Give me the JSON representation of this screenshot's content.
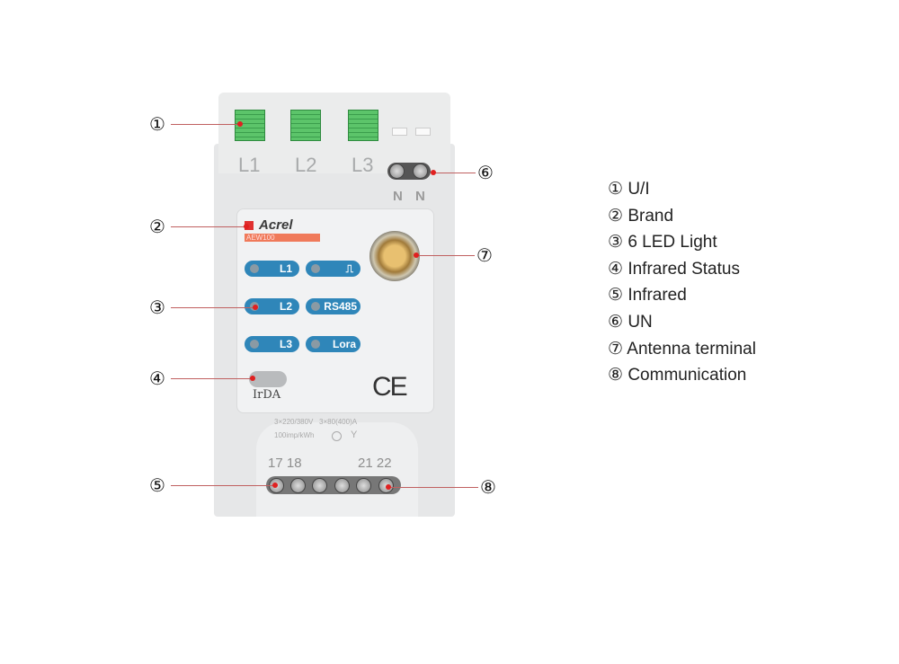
{
  "device": {
    "top_labels": [
      "L1",
      "L2",
      "L3"
    ],
    "neutral_labels": [
      "N",
      "N"
    ],
    "brand": "Acrel",
    "model": "AEW100",
    "leds": [
      "L1",
      "⎍",
      "L2",
      "RS485",
      "L3",
      "Lora"
    ],
    "irda_label": "IrDA",
    "ce_mark": "CE",
    "spec_line1": "3×220/380V   3×80(400)A",
    "spec_line2": "100imp/kWh",
    "terminal_left": "17 18",
    "terminal_right": "21 22"
  },
  "callouts": [
    "①",
    "②",
    "③",
    "④",
    "⑤",
    "⑥",
    "⑦",
    "⑧"
  ],
  "legend": [
    {
      "num": "①",
      "text": "U/I"
    },
    {
      "num": "②",
      "text": "Brand"
    },
    {
      "num": "③",
      "text": "6 LED Light"
    },
    {
      "num": "④",
      "text": "Infrared Status"
    },
    {
      "num": "⑤",
      "text": "Infrared"
    },
    {
      "num": "⑥",
      "text": "UN"
    },
    {
      "num": "⑦",
      "text": "Antenna terminal"
    },
    {
      "num": "⑧",
      "text": "Communication"
    }
  ]
}
